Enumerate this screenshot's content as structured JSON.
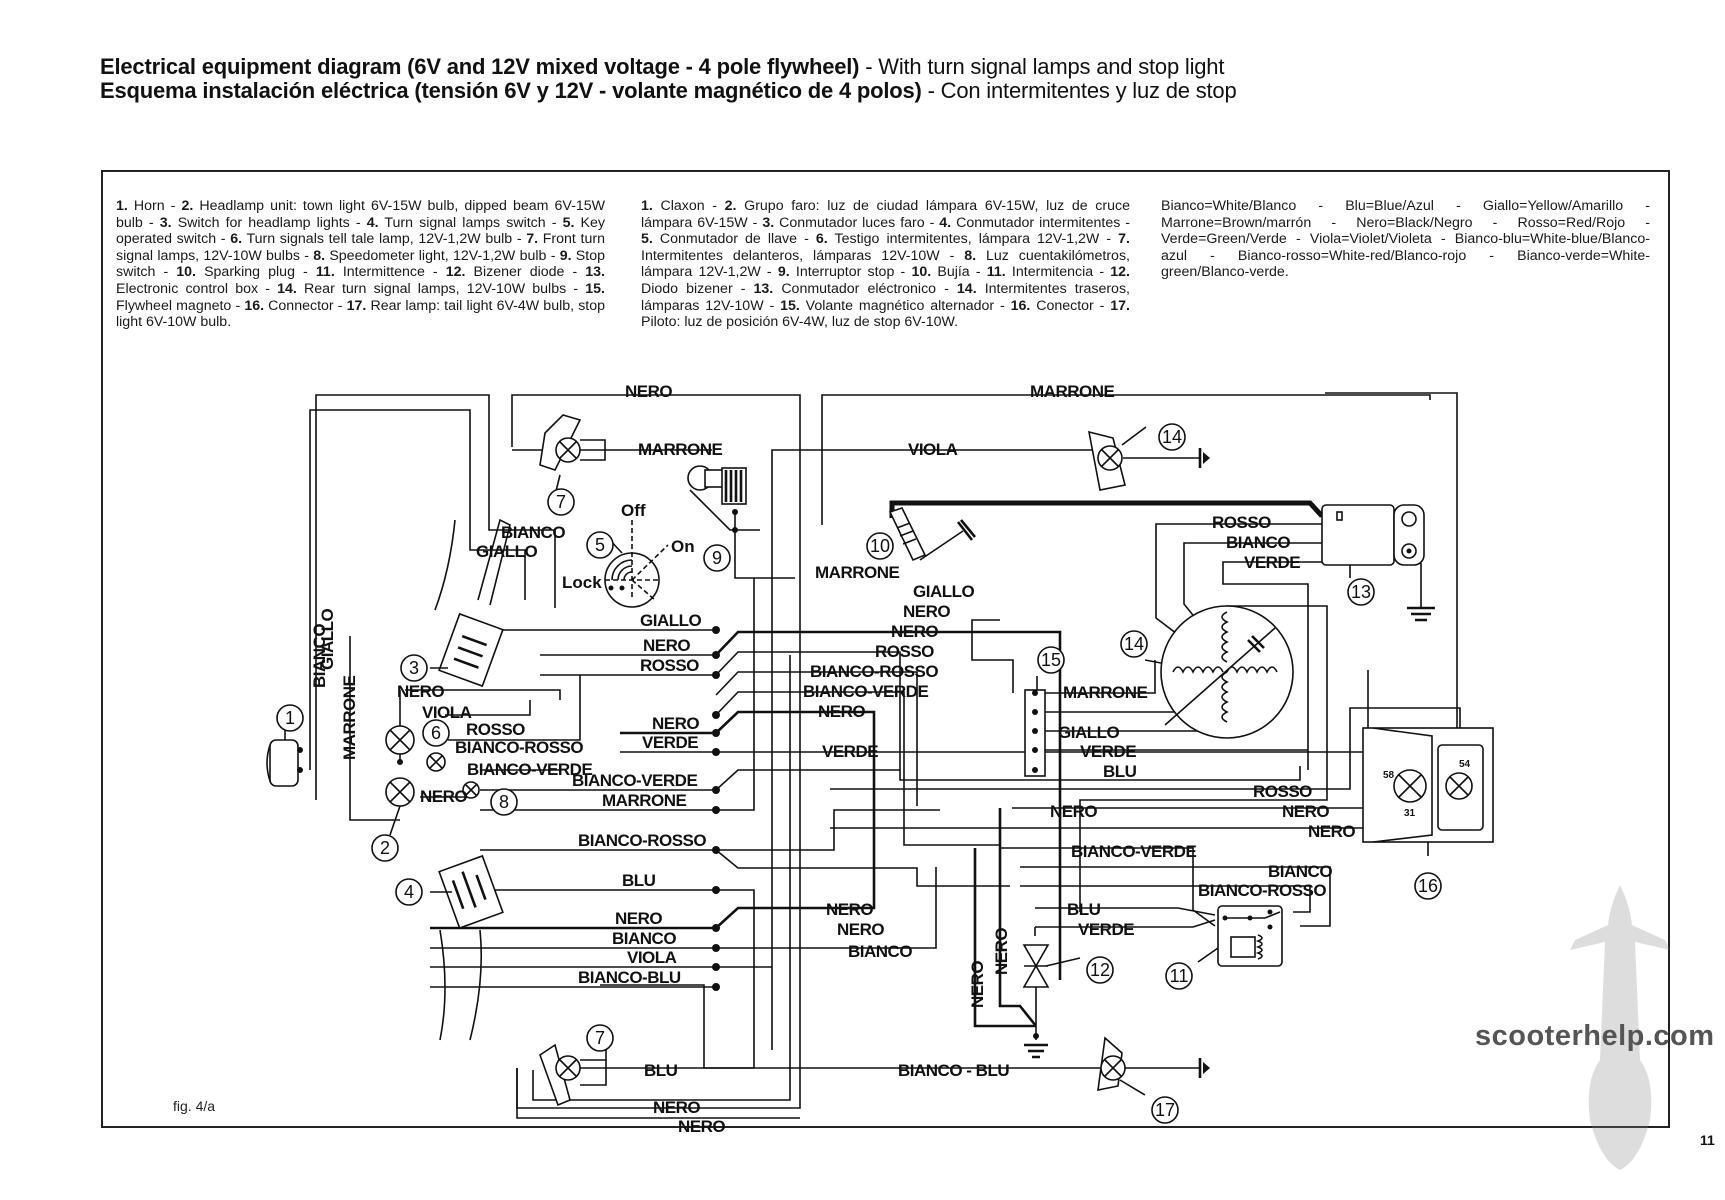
{
  "title": {
    "line1_bold": "Electrical equipment diagram (6V and 12V mixed voltage - 4 pole flywheel)",
    "line1_rest": " - With turn signal lamps and stop light",
    "line2_bold": "Esquema instalación eléctrica (tensión 6V y 12V - volante magnético de 4 polos)",
    "line2_rest": " - Con intermitentes y luz de stop"
  },
  "legend_en": [
    {
      "n": "1.",
      "t": " Horn - "
    },
    {
      "n": "2.",
      "t": " Headlamp unit: town light 6V-15W bulb, dipped beam 6V-15W bulb - "
    },
    {
      "n": "3.",
      "t": " Switch for headlamp lights - "
    },
    {
      "n": "4.",
      "t": " Turn signal lamps switch - "
    },
    {
      "n": "5.",
      "t": " Key operated switch - "
    },
    {
      "n": "6.",
      "t": " Turn signals tell tale lamp, 12V-1,2W bulb - "
    },
    {
      "n": "7.",
      "t": " Front turn signal lamps, 12V-10W bulbs - "
    },
    {
      "n": "8.",
      "t": " Speedometer light, 12V-1,2W bulb - "
    },
    {
      "n": "9.",
      "t": " Stop switch - "
    },
    {
      "n": "10.",
      "t": " Sparking plug - "
    },
    {
      "n": "11.",
      "t": " Intermittence - "
    },
    {
      "n": "12.",
      "t": " Bizener diode - "
    },
    {
      "n": "13.",
      "t": " Electronic control box - "
    },
    {
      "n": "14.",
      "t": " Rear turn signal lamps, 12V-10W bulbs - "
    },
    {
      "n": "15.",
      "t": " Flywheel magneto - "
    },
    {
      "n": "16.",
      "t": " Connector - "
    },
    {
      "n": "17.",
      "t": " Rear lamp: tail light 6V-4W bulb, stop light 6V-10W bulb."
    }
  ],
  "legend_es": [
    {
      "n": "1.",
      "t": " Claxon - "
    },
    {
      "n": "2.",
      "t": " Grupo faro: luz de ciudad lámpara 6V-15W, luz de cruce lámpara 6V-15W - "
    },
    {
      "n": "3.",
      "t": " Conmutador luces faro - "
    },
    {
      "n": "4.",
      "t": " Conmutador intermitentes - "
    },
    {
      "n": "5.",
      "t": " Conmutador de llave - "
    },
    {
      "n": "6.",
      "t": " Testigo intermitentes, lámpara 12V-1,2W - "
    },
    {
      "n": "7.",
      "t": " Intermitentes delanteros, lámparas 12V-10W - "
    },
    {
      "n": "8.",
      "t": " Luz cuentakilómetros, lámpara 12V-1,2W - "
    },
    {
      "n": "9.",
      "t": " Interruptor stop - "
    },
    {
      "n": "10.",
      "t": " Bujía - "
    },
    {
      "n": "11.",
      "t": " Intermitencia - "
    },
    {
      "n": "12.",
      "t": " Diodo bizener - "
    },
    {
      "n": "13.",
      "t": " Conmutador eléctronico - "
    },
    {
      "n": "14.",
      "t": " Intermitentes traseros, lámparas 12V-10W - "
    },
    {
      "n": "15.",
      "t": " Volante magnético alternador - "
    },
    {
      "n": "16.",
      "t": " Conector - "
    },
    {
      "n": "17.",
      "t": " Piloto: luz de posición 6V-4W, luz de stop 6V-10W."
    }
  ],
  "color_key": "Bianco=White/Blanco - Blu=Blue/Azul - Giallo=Yellow/Amarillo - Marrone=Brown/marrón - Nero=Black/Negro - Rosso=Red/Rojo - Verde=Green/Verde - Viola=Violet/Violeta - Bianco-blu=White-blue/Blanco-azul - Bianco-rosso=White-red/Blanco-rojo - Bianco-verde=White-green/Blanco-verde.",
  "switch_labels": {
    "off": "Off",
    "on": "On",
    "lock": "Lock",
    "pin8": "8",
    "pin7": "7"
  },
  "rear_lamp_pins": {
    "p58": "58",
    "p54": "54",
    "p31": "31"
  },
  "components": [
    "1",
    "2",
    "3",
    "4",
    "5",
    "6",
    "7",
    "7",
    "8",
    "9",
    "10",
    "11",
    "12",
    "13",
    "14",
    "14",
    "15",
    "16",
    "17"
  ],
  "wire_labels": {
    "top_nero": "NERO",
    "top_marrone": "MARRONE",
    "marrone_7": "MARRONE",
    "viola_14": "VIOLA",
    "bianco_left": "BIANCO",
    "giallo_left": "GIALLO",
    "v_bianco": "BIANCO",
    "v_giallo": "GIALLO",
    "v_marrone": "MARRONE",
    "nero_3": "NERO",
    "viola_6": "VIOLA",
    "rosso_6": "ROSSO",
    "bianco_rosso_6": "BIANCO-ROSSO",
    "bianco_verde_8": "BIANCO-VERDE",
    "nero_8": "NERO",
    "marrone_10": "MARRONE",
    "giallo_mid": "GIALLO",
    "nero_mid1": "NERO",
    "nero_mid2": "NERO",
    "rosso_mid": "ROSSO",
    "bianco_rosso_mid": "BIANCO-ROSSO",
    "bianco_verde_mid": "BIANCO-VERDE",
    "nero_mid3": "NERO",
    "verde_mid": "VERDE",
    "term": [
      "GIALLO",
      "NERO",
      "ROSSO",
      "NERO",
      "VERDE",
      "BIANCO-VERDE",
      "MARRONE",
      "BIANCO-ROSSO",
      "BLU",
      "NERO",
      "BIANCO",
      "VIOLA",
      "BIANCO-BLU"
    ],
    "nero_low1": "NERO",
    "nero_low2": "NERO",
    "bianco_low": "BIANCO",
    "rosso_13": "ROSSO",
    "bianco_13": "BIANCO",
    "verde_13": "VERDE",
    "marrone_16": "MARRONE",
    "giallo_16": "GIALLO",
    "verde_16": "VERDE",
    "blu_16": "BLU",
    "nero_16": "NERO",
    "rosso_17": "ROSSO",
    "nero_17a": "NERO",
    "nero_17b": "NERO",
    "bianco_verde_11": "BIANCO-VERDE",
    "bianco_11": "BIANCO",
    "bianco_rosso_11": "BIANCO-ROSSO",
    "blu_11": "BLU",
    "verde_11": "VERDE",
    "nero_v1": "NERO",
    "nero_v2": "NERO",
    "blu_7b": "BLU",
    "nero_7b_1": "NERO",
    "nero_7b_2": "NERO",
    "bianco_blu_14": "BIANCO - BLU"
  },
  "figure_label": "fig. 4/a",
  "page_number": "11",
  "watermark": "scooterhelp.com"
}
